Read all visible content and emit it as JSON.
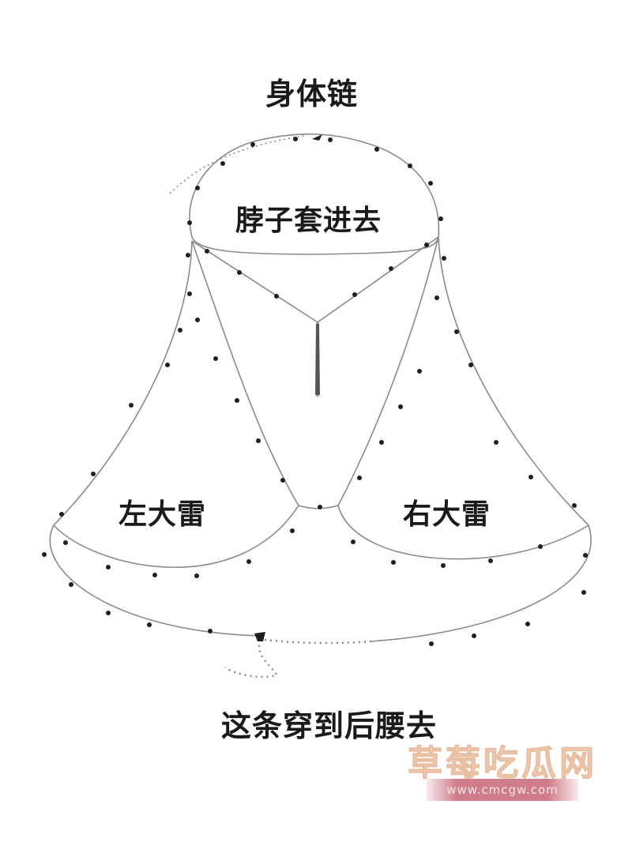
{
  "diagram": {
    "title": "身体链",
    "labels": {
      "neck": "脖子套进去",
      "left_cup": "左大雷",
      "right_cup": "右大雷",
      "back_chain": "这条穿到后腰去"
    },
    "colors": {
      "background": "#ffffff",
      "line": "#8a8a8a",
      "bead": "#1f1f1f",
      "text": "#1a1a1a"
    }
  },
  "watermark": {
    "site_name": "草莓吃瓜网",
    "url": "www.cmcgw.com",
    "colors": {
      "name": "#f2d3bd",
      "url_band": "#cf7d8a",
      "url_text": "#f7e6ea"
    }
  }
}
